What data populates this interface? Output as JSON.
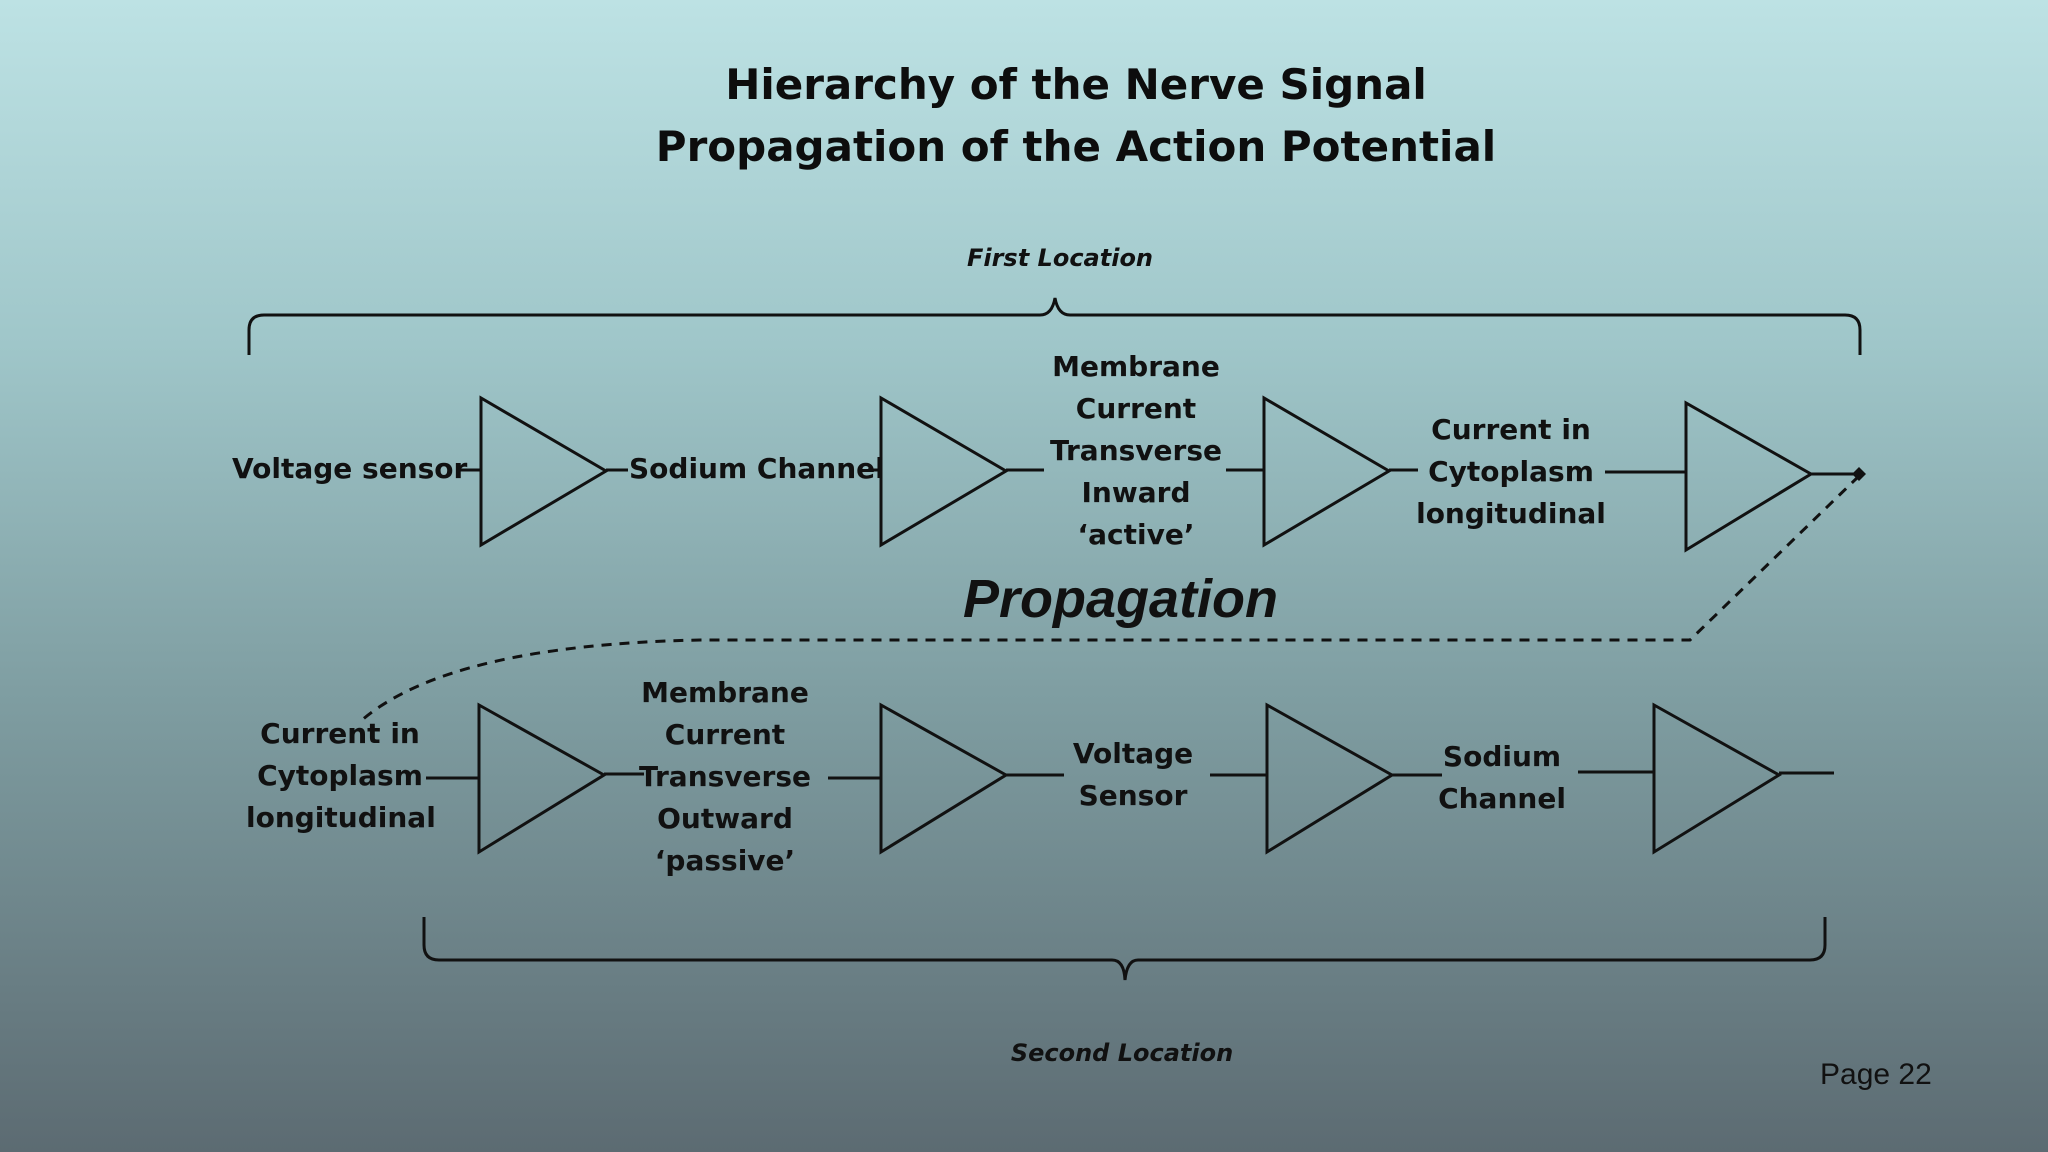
{
  "title": {
    "line1": "Hierarchy of the Nerve Signal",
    "line2": "Propagation of the Action Potential"
  },
  "first_location": "First Location",
  "second_location": "Second Location",
  "propagation": "Propagation",
  "page_number": "Page 22",
  "row1": {
    "voltage_sensor": "Voltage sensor",
    "sodium_channel": "Sodium Channel",
    "membrane_current": [
      "Membrane",
      "Current",
      "Transverse",
      "Inward",
      "‘active’"
    ],
    "cytoplasm_current": [
      "Current in",
      "Cytoplasm",
      "longitudinal"
    ]
  },
  "row2": {
    "cytoplasm_current": [
      "Current in",
      "Cytoplasm",
      "longitudinal"
    ],
    "membrane_current": [
      "Membrane",
      "Current",
      "Transverse",
      "Outward",
      "‘passive’"
    ],
    "voltage_sensor": [
      "Voltage",
      "Sensor"
    ],
    "sodium_channel": [
      "Sodium",
      "Channel"
    ]
  }
}
